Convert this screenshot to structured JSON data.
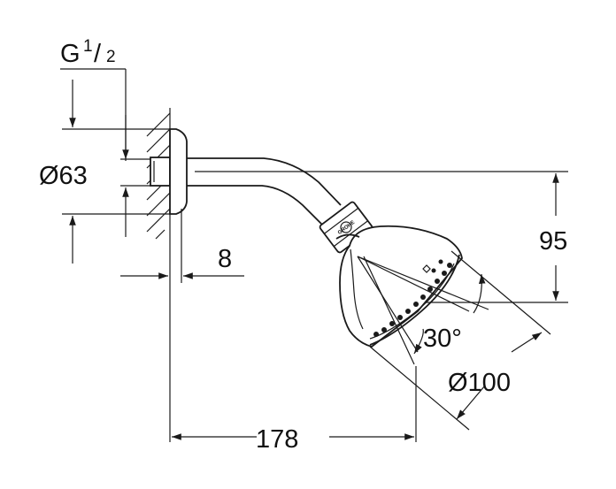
{
  "drawing": {
    "thread_label": "G",
    "thread_fraction_num": "1",
    "thread_fraction_den": "2",
    "flange_diameter": "Ø63",
    "wall_offset": "8",
    "drop_height": "95",
    "spray_angle": "30°",
    "head_diameter": "Ø100",
    "projection": "178",
    "brand_logo": "GROHE"
  },
  "colors": {
    "line": "#1a1a1a",
    "background": "#ffffff"
  }
}
